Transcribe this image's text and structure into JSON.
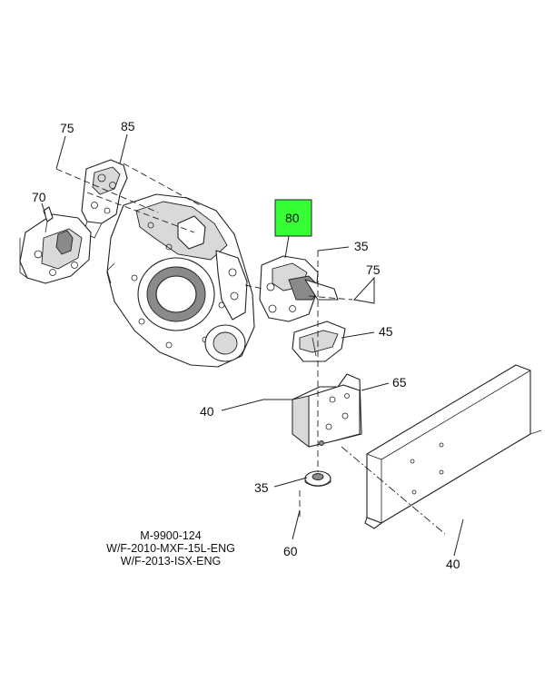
{
  "callouts": {
    "c75_top": "75",
    "c85": "85",
    "c70": "70",
    "c80": "80",
    "c35_top": "35",
    "c75_right": "75",
    "c45": "45",
    "c65": "65",
    "c40_left": "40",
    "c35_bottom": "35",
    "c60": "60",
    "c40_bottom": "40"
  },
  "highlight": {
    "part": "80",
    "color": "#33ff33"
  },
  "caption": {
    "line1": "M-9900-124",
    "line2": "W/F-2010-MXF-15L-ENG",
    "line3": "W/F-2013-ISX-ENG"
  }
}
